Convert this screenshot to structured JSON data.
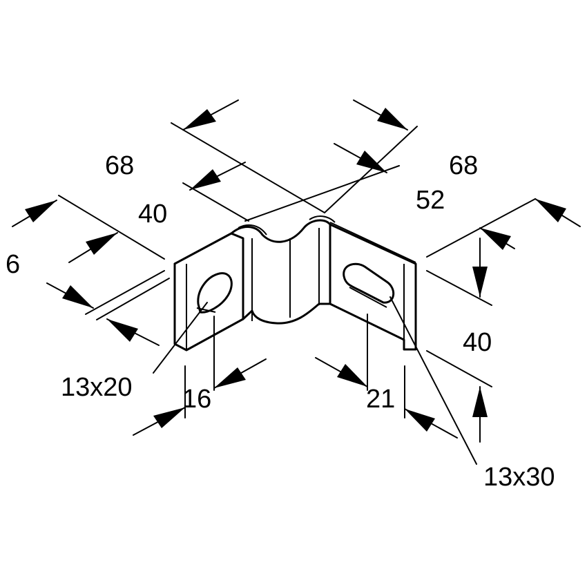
{
  "dimensions": {
    "top_left_length": "68",
    "top_right_length": "68",
    "left_inner": "40",
    "right_inner": "52",
    "thickness": "6",
    "right_height": "40",
    "left_hole": "13x20",
    "right_hole": "13x30",
    "left_offset": "16",
    "right_offset": "21"
  }
}
